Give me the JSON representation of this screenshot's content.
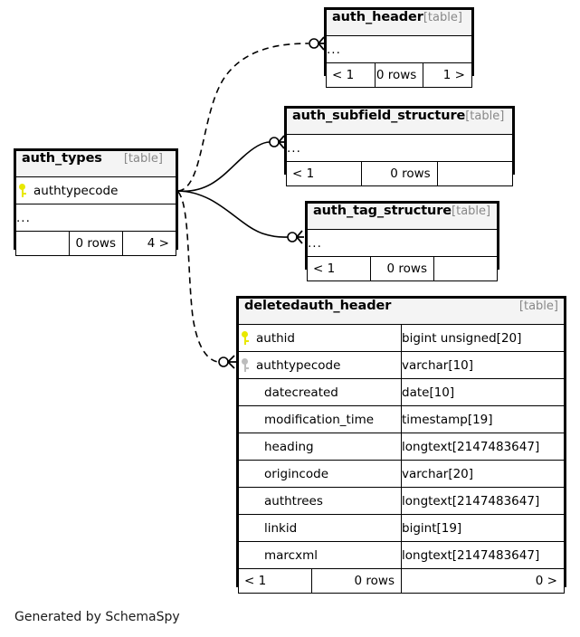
{
  "diagram": {
    "caption": "Generated by SchemaSpy",
    "table_tag": "[table]",
    "ellipsis": "...",
    "colors": {
      "primary_key": "#e8e800",
      "foreign_key": "#bdbdbd",
      "header_background": "#f4f4f4",
      "border": "#000000",
      "tag_text": "#888888",
      "page_background": "#ffffff"
    }
  },
  "tables": {
    "auth_types": {
      "name": "auth_types",
      "tag": "[table]",
      "columns": [
        {
          "name": "authtypecode",
          "key": "primary",
          "icon": "key-icon"
        }
      ],
      "ellipsis_row": "...",
      "footer": {
        "left": "",
        "middle": "0 rows",
        "right": "4 >"
      }
    },
    "auth_header": {
      "name": "auth_header",
      "tag": "[table]",
      "ellipsis_row": "...",
      "footer": {
        "left": "< 1",
        "middle": "0 rows",
        "right": "1 >"
      }
    },
    "auth_subfield_structure": {
      "name": "auth_subfield_structure",
      "tag": "[table]",
      "ellipsis_row": "...",
      "footer": {
        "left": "< 1",
        "middle": "0 rows",
        "right": ""
      }
    },
    "auth_tag_structure": {
      "name": "auth_tag_structure",
      "tag": "[table]",
      "ellipsis_row": "...",
      "footer": {
        "left": "< 1",
        "middle": "0 rows",
        "right": ""
      }
    },
    "deletedauth_header": {
      "name": "deletedauth_header",
      "tag": "[table]",
      "columns": [
        {
          "name": "authid",
          "type": "bigint unsigned[20]",
          "key": "primary",
          "icon": "key-icon"
        },
        {
          "name": "authtypecode",
          "type": "varchar[10]",
          "key": "foreign",
          "icon": "key-icon"
        },
        {
          "name": "datecreated",
          "type": "date[10]",
          "key": "none",
          "icon": ""
        },
        {
          "name": "modification_time",
          "type": "timestamp[19]",
          "key": "none",
          "icon": ""
        },
        {
          "name": "heading",
          "type": "longtext[2147483647]",
          "key": "none",
          "icon": ""
        },
        {
          "name": "origincode",
          "type": "varchar[20]",
          "key": "none",
          "icon": ""
        },
        {
          "name": "authtrees",
          "type": "longtext[2147483647]",
          "key": "none",
          "icon": ""
        },
        {
          "name": "linkid",
          "type": "bigint[19]",
          "key": "none",
          "icon": ""
        },
        {
          "name": "marcxml",
          "type": "longtext[2147483647]",
          "key": "none",
          "icon": ""
        }
      ],
      "footer": {
        "left": "< 1",
        "middle": "0 rows",
        "right": "0 >"
      }
    }
  },
  "relationships": [
    {
      "from": "auth_types",
      "to": "auth_header",
      "style": "dashed",
      "cardinality": "zero-or-many"
    },
    {
      "from": "auth_types",
      "to": "auth_subfield_structure",
      "style": "solid",
      "cardinality": "zero-or-many"
    },
    {
      "from": "auth_types",
      "to": "auth_tag_structure",
      "style": "solid",
      "cardinality": "zero-or-many"
    },
    {
      "from": "auth_types",
      "to": "deletedauth_header",
      "style": "dashed",
      "cardinality": "zero-or-many"
    }
  ]
}
